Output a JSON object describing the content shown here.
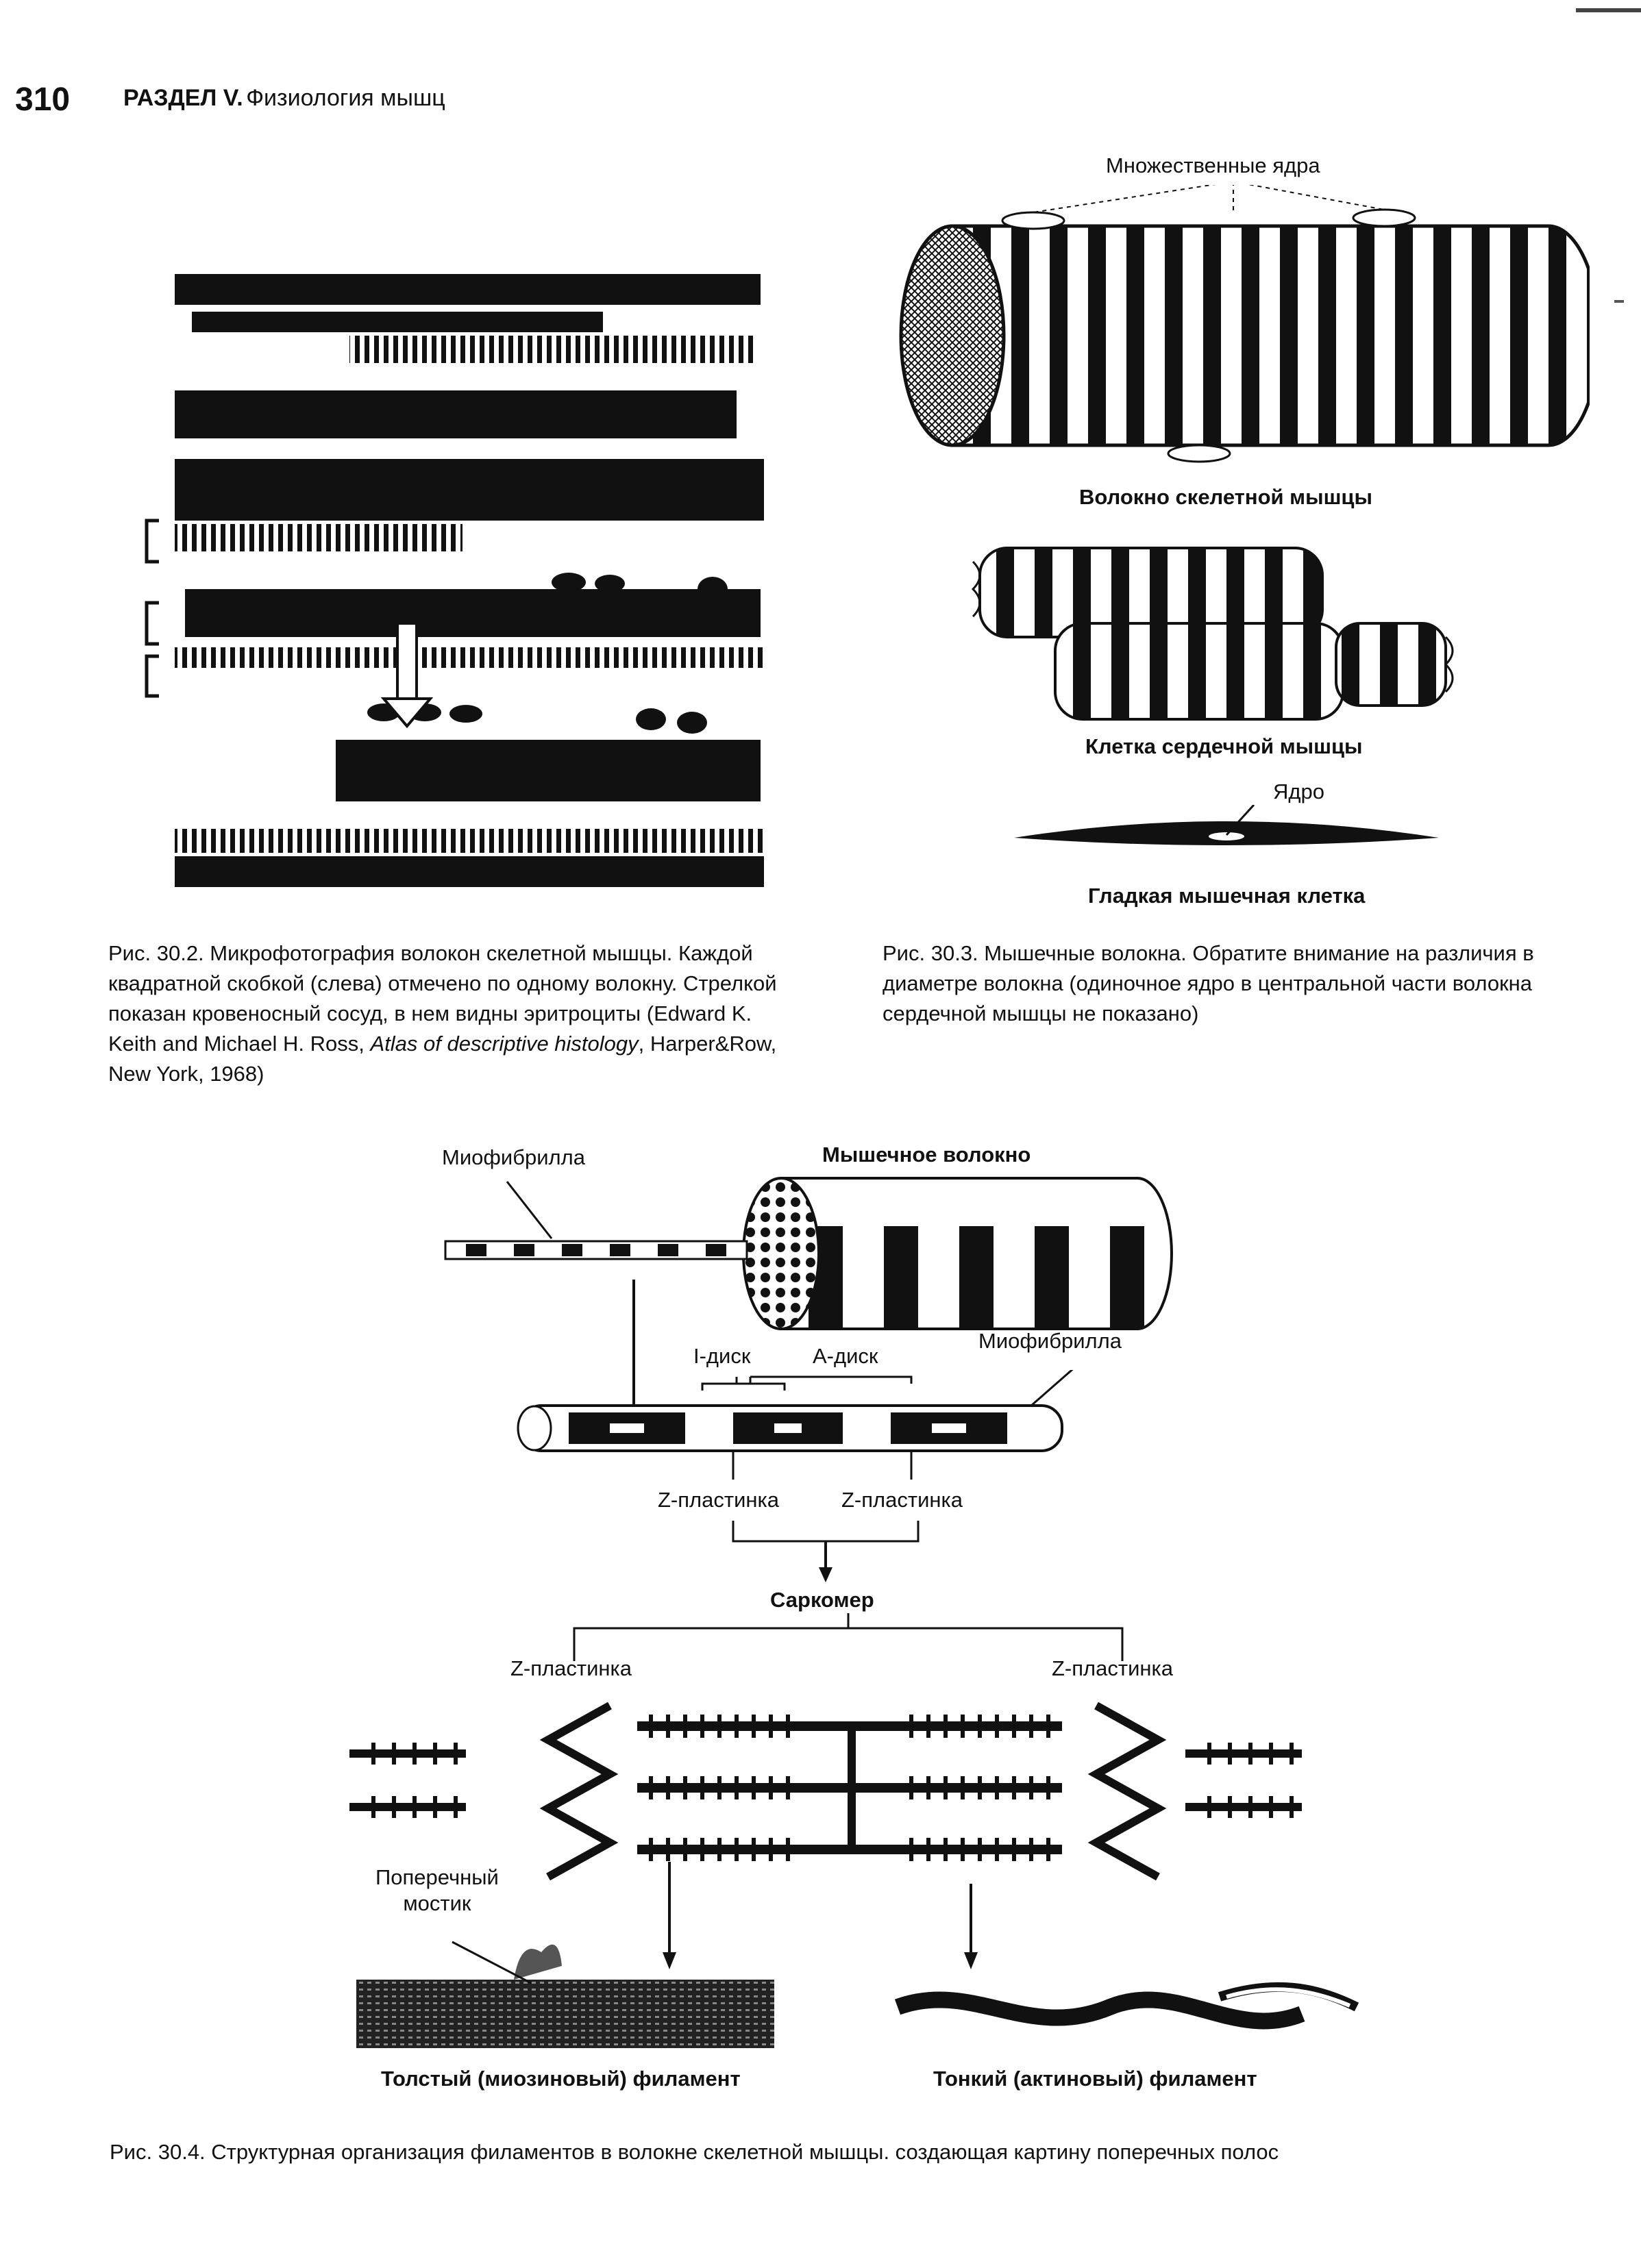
{
  "header": {
    "page_number": "310",
    "section": "РАЗДЕЛ V.",
    "topic": "Физиология мышц"
  },
  "fig302": {
    "caption_lines": [
      "Рис. 30.2. Микрофотография волокон скелетной мышцы. Каждой",
      "квадратной скобкой (слева) отмечено по одному волокну. Стрелкой",
      "показан кровеносный сосуд, в нем видны эритроциты (Edward K.",
      "Keith and Michael H. Ross, ",
      "Atlas of descriptive histology",
      ", Harper&Row,",
      "New York, 1968)"
    ]
  },
  "fig303": {
    "label_nuclei": "Множественные ядра",
    "label_skeletal": "Волокно скелетной мышцы",
    "label_cardiac": "Клетка сердечной мышцы",
    "label_nucleus": "Ядро",
    "label_smooth": "Гладкая мышечная клетка",
    "caption_lines": [
      "Рис. 30.3. Мышечные волокна. Обратите внимание на различия в",
      "диаметре волокна (одиночное ядро в центральной части волокна",
      "сердечной мышцы не показано)"
    ]
  },
  "fig304": {
    "label_myofibril_top": "Миофибрилла",
    "label_fiber": "Мышечное волокно",
    "label_i_disk": "I-диск",
    "label_a_disk": "A-диск",
    "label_myofibril_right": "Миофибрилла",
    "label_z1": "Z-пластинка",
    "label_z2": "Z-пластинка",
    "label_sarcomere": "Саркомер",
    "label_z_left": "Z-пластинка",
    "label_z_right": "Z-пластинка",
    "label_crossbridge_1": "Поперечный",
    "label_crossbridge_2": "мостик",
    "label_thick": "Толстый (миозиновый) филамент",
    "label_thin": "Тонкий (актиновый) филамент",
    "caption": "Рис. 30.4. Структурная организация филаментов в волокне скелетной мышцы. создающая картину поперечных полос"
  }
}
